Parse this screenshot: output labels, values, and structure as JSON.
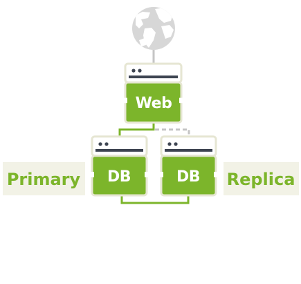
{
  "diagram": {
    "nodes": {
      "internet": {
        "icon": "globe-icon"
      },
      "web": {
        "label": "Web"
      },
      "db_primary": {
        "label": "DB"
      },
      "db_replica": {
        "label": "DB"
      }
    },
    "tags": {
      "primary": "Primary",
      "replica": "Replica"
    },
    "edges": [
      {
        "from": "internet",
        "to": "web",
        "style": "solid"
      },
      {
        "from": "web",
        "to": "db_primary",
        "style": "solid"
      },
      {
        "from": "web",
        "to": "db_replica",
        "style": "dashed"
      },
      {
        "from": "db_primary",
        "to": "db_replica",
        "style": "solid"
      }
    ]
  },
  "colors": {
    "server_green": "#7cb52b",
    "server_border": "#e6e6d3",
    "header_bg": "#ffffff",
    "header_bar": "#3d4451",
    "link_solid": "#7cb52b",
    "link_dashed": "#c5c5c5",
    "globe_ocean": "#d7d7d7",
    "globe_land": "#ffffff",
    "tag_bg": "#f2f2e6",
    "tag_text": "#7cb52b"
  }
}
